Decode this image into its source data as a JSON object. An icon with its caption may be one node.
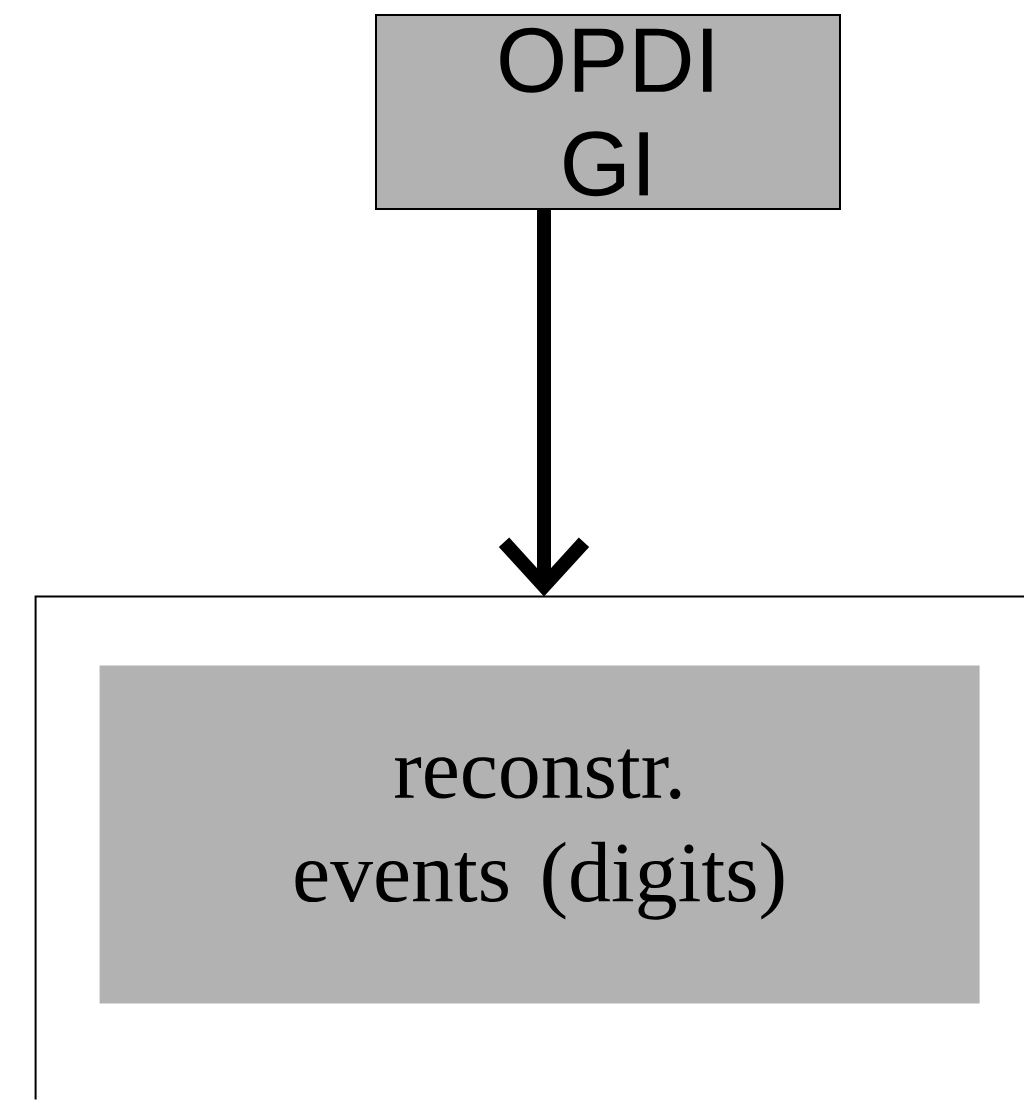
{
  "diagram": {
    "nodes": [
      {
        "text": [
          "OPDI GI"
        ]
      },
      {
        "text": [],
        "shape": "box"
      },
      {
        "text": [
          "reconstr. events (digits)"
        ],
        "in": 1
      }
    ],
    "edges": [
      {
        "from": 0,
        "to": 1,
        "arrow": "to"
      }
    ]
  }
}
